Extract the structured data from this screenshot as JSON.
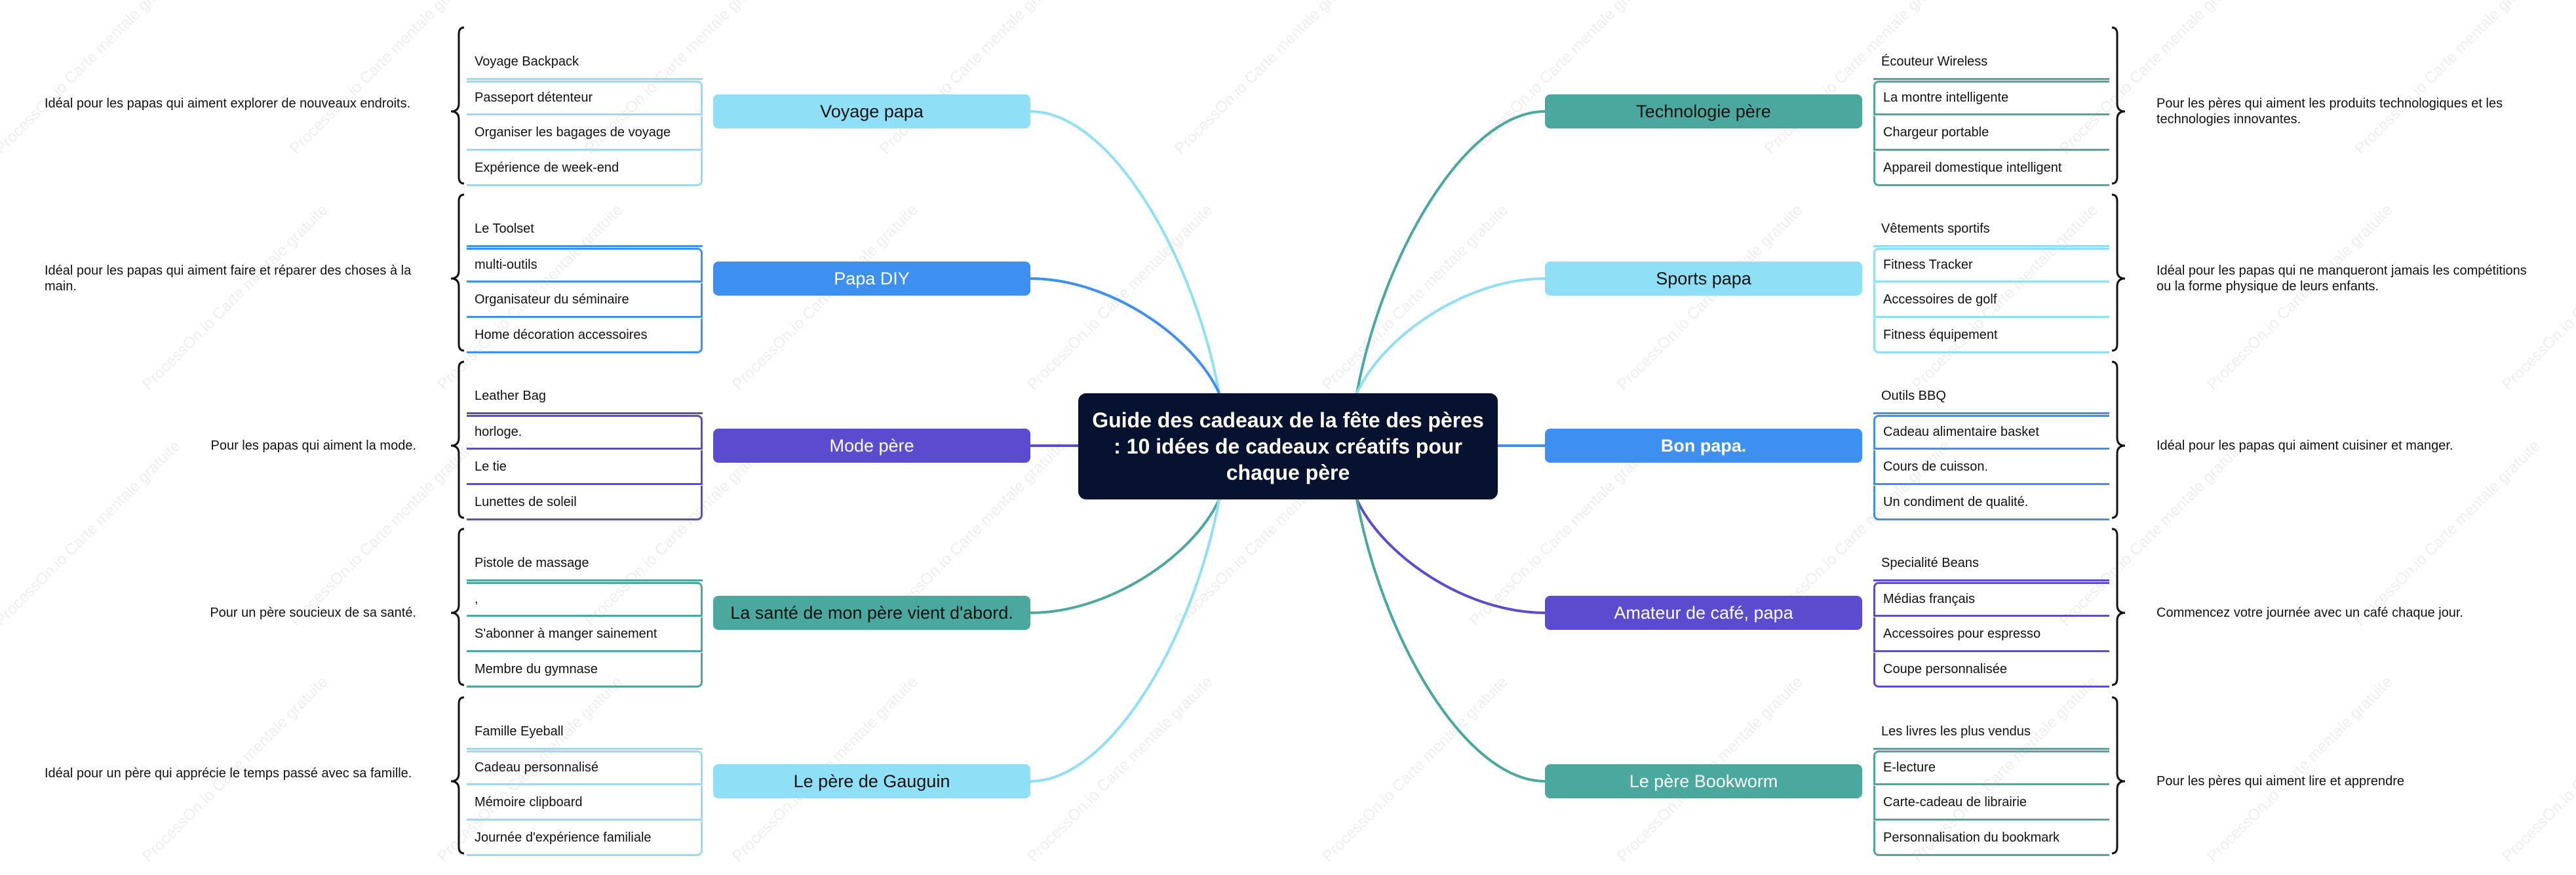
{
  "center": {
    "title": "Guide des cadeaux de la fête des pères : 10 idées de cadeaux créatifs pour chaque père"
  },
  "watermark_text": "ProcessOn.io Carte mentale gratuite",
  "colors": {
    "sky": "#8fdff7",
    "blue": "#3d8ff0",
    "purple": "#5b4ccf",
    "teal": "#4aa89e",
    "center": "#061230"
  },
  "branches": [
    {
      "side": "left",
      "label": "Voyage papa",
      "color": "sky",
      "leaves": [
        "Voyage Backpack",
        "Passeport détenteur",
        "Organiser les bagages de voyage",
        "Expérience de week-end"
      ],
      "description": "Idéal pour les papas qui aiment explorer de nouveaux endroits."
    },
    {
      "side": "left",
      "label": "Papa DIY",
      "color": "blue",
      "leaves": [
        "Le Toolset",
        "multi-outils",
        "Organisateur du séminaire",
        "Home décoration accessoires"
      ],
      "description": "Idéal pour les papas qui aiment faire et réparer des choses à la main."
    },
    {
      "side": "left",
      "label": "Mode père",
      "color": "purple",
      "leaves": [
        "Leather Bag",
        "horloge.",
        "Le tie",
        "Lunettes de soleil"
      ],
      "description": "Pour les papas qui aiment la mode."
    },
    {
      "side": "left",
      "label": "La santé de mon père vient d'abord.",
      "color": "teal",
      "leaves": [
        "Pistole de massage",
        ",",
        "S'abonner à manger sainement",
        "Membre du gymnase"
      ],
      "description": "Pour un père soucieux de sa santé."
    },
    {
      "side": "left",
      "label": "Le père de Gauguin",
      "color": "sky",
      "leaves": [
        "Famille Eyeball",
        "Cadeau personnalisé",
        "Mémoire clipboard",
        "Journée d'expérience familiale"
      ],
      "description": "Idéal pour un père qui apprécie le temps passé avec sa famille."
    },
    {
      "side": "right",
      "label": "Technologie père",
      "color": "teal",
      "leaves": [
        "Écouteur Wireless",
        "La montre intelligente",
        "Chargeur portable",
        "Appareil domestique intelligent"
      ],
      "description": "Pour les pères qui aiment les produits technologiques et les technologies innovantes."
    },
    {
      "side": "right",
      "label": "Sports papa",
      "color": "sky",
      "leaves": [
        "Vêtements sportifs",
        "Fitness Tracker",
        "Accessoires de golf",
        "Fitness équipement"
      ],
      "description": "Idéal pour les papas qui ne manqueront jamais les compétitions ou la forme physique de leurs enfants."
    },
    {
      "side": "right",
      "label": "Bon papa.",
      "color": "blue",
      "leaves": [
        "Outils BBQ",
        "Cadeau alimentaire basket",
        "Cours de cuisson.",
        "Un condiment de qualité."
      ],
      "description": "Idéal pour les papas qui aiment cuisiner et manger."
    },
    {
      "side": "right",
      "label": "Amateur de café, papa",
      "color": "purple",
      "leaves": [
        "Specialité Beans",
        "Médias français",
        "Accessoires pour espresso",
        "Coupe personnalisée"
      ],
      "description": "Commencez votre journée avec un café chaque jour."
    },
    {
      "side": "right",
      "label": "Le père Bookworm",
      "color": "teal",
      "leaves": [
        "Les livres les plus vendus",
        "E-lecture",
        "Carte-cadeau de librairie",
        "Personnalisation du bookmark"
      ],
      "description": "Pour les pères qui aiment lire et apprendre"
    }
  ]
}
